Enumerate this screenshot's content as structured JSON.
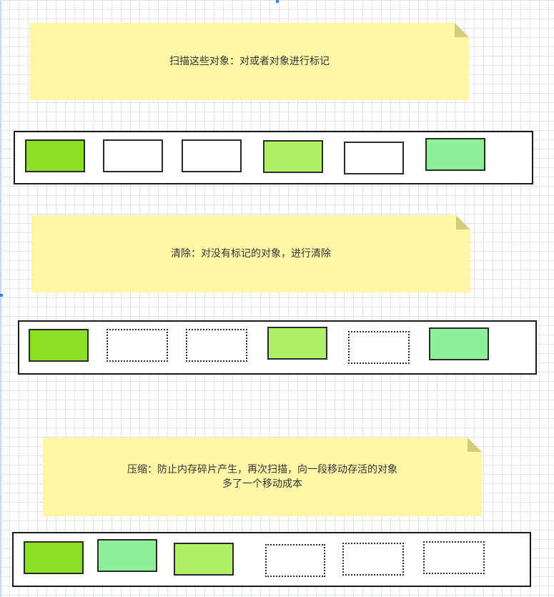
{
  "colors": {
    "note_fill": "#fff7a8",
    "note_fold": "#d3cc7c",
    "grid_line": "#dfe3ea",
    "block_green_dark": "#8be026",
    "block_green_light": "#b0ef66",
    "block_green_mint": "#8fee98",
    "block_empty": "#ffffff",
    "outline": "#1a1a1a"
  },
  "notes": {
    "scan": {
      "lines": [
        "扫描这些对象：对或者对象进行标记"
      ]
    },
    "sweep": {
      "lines": [
        "清除：对没有标记的对象，进行清除"
      ]
    },
    "compact": {
      "lines": [
        "压缩：防止内存碎片产生，再次扫描，向一段移动存活的对象",
        "多了一个移动成本"
      ]
    }
  },
  "heaps": {
    "scan": [
      {
        "state": "live",
        "color": "block_green_dark"
      },
      {
        "state": "empty",
        "color": "block_empty"
      },
      {
        "state": "empty",
        "color": "block_empty"
      },
      {
        "state": "live",
        "color": "block_green_light"
      },
      {
        "state": "empty",
        "color": "block_empty"
      },
      {
        "state": "live",
        "color": "block_green_mint"
      }
    ],
    "sweep": [
      {
        "state": "live",
        "color": "block_green_dark"
      },
      {
        "state": "freed",
        "color": "block_empty"
      },
      {
        "state": "freed",
        "color": "block_empty"
      },
      {
        "state": "live",
        "color": "block_green_light"
      },
      {
        "state": "freed",
        "color": "block_empty"
      },
      {
        "state": "live",
        "color": "block_green_mint"
      }
    ],
    "compact": [
      {
        "state": "live",
        "color": "block_green_dark"
      },
      {
        "state": "live",
        "color": "block_green_mint"
      },
      {
        "state": "live",
        "color": "block_green_light"
      },
      {
        "state": "freed",
        "color": "block_empty"
      },
      {
        "state": "freed",
        "color": "block_empty"
      },
      {
        "state": "freed",
        "color": "block_empty"
      }
    ]
  }
}
